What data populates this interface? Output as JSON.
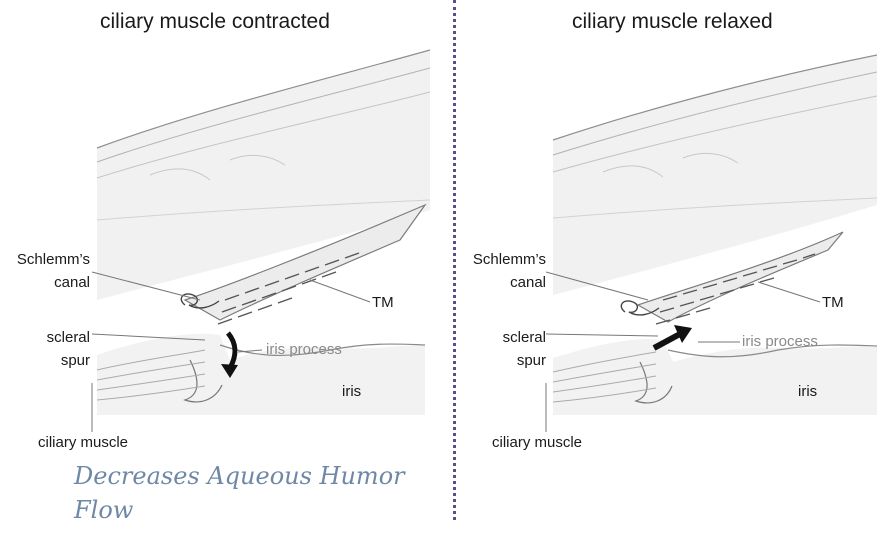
{
  "diagrams": [
    {
      "title": "ciliary muscle contracted",
      "labels": {
        "schlemm_line1": "Schlemm’s",
        "schlemm_line2": "canal",
        "tm": "TM",
        "scleral_line1": "scleral",
        "scleral_line2": "spur",
        "iris_process": "iris process",
        "iris": "iris",
        "ciliary_muscle": "ciliary muscle"
      },
      "arrow": "down"
    },
    {
      "title": "ciliary muscle relaxed",
      "labels": {
        "schlemm_line1": "Schlemm’s",
        "schlemm_line2": "canal",
        "tm": "TM",
        "scleral_line1": "scleral",
        "scleral_line2": "spur",
        "iris_process": "iris process",
        "iris": "iris",
        "ciliary_muscle": "ciliary muscle"
      },
      "arrow": "up-right"
    }
  ],
  "handwritten_note": {
    "line1": "Decreases Aqueous Humor",
    "line2": "Flow"
  },
  "colors": {
    "divider": "#5a4f8e",
    "note_ink": "#6f88a6",
    "drawing_line": "#9a9a9a"
  }
}
